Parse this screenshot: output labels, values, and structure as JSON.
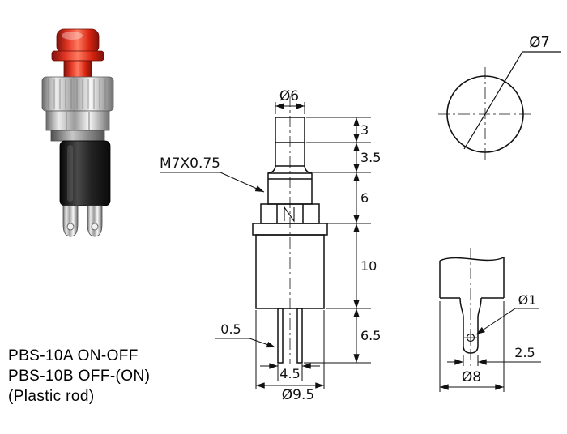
{
  "colors": {
    "line": "#111111",
    "button_red": "#d92a18",
    "metal_light": "#f2f2f2",
    "metal_dark": "#6f6f6f",
    "body_black": "#1c1c1c",
    "background": "#ffffff"
  },
  "product": {
    "line1": "PBS-10A ON-OFF",
    "line2": "PBS-10B OFF-(ON)",
    "line3": "(Plastic rod)"
  },
  "front_view": {
    "button_diameter": "Ø6",
    "thread_spec": "M7X0.75",
    "dim_cap_height": "3",
    "dim_neck_height": "3.5",
    "dim_thread_height": "6",
    "dim_body_height": "10",
    "dim_pin_length": "6.5",
    "dim_pin_thickness": "0.5",
    "dim_pin_spacing": "4.5",
    "dim_body_diameter": "Ø9.5"
  },
  "top_view": {
    "dim_panel_hole": "Ø7"
  },
  "side_view": {
    "dim_terminal_hole": "Ø1",
    "dim_terminal_width": "2.5",
    "dim_base_diameter": "Ø8"
  }
}
